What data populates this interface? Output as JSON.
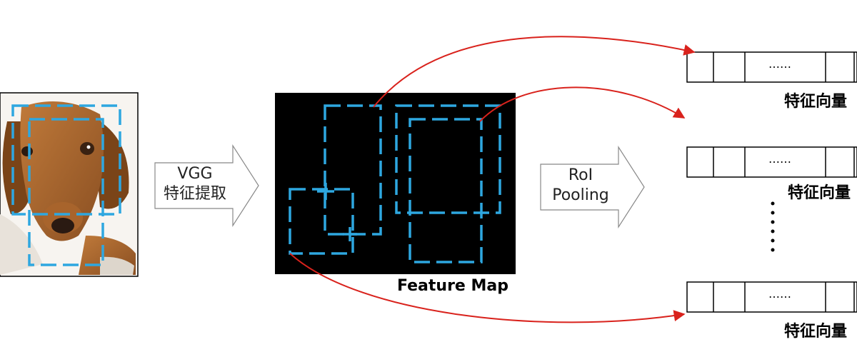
{
  "colors": {
    "dash_blue": "#2ea7e0",
    "arrow_red": "#d9221c",
    "feature_map_bg": "#000000"
  },
  "arrow_vgg": {
    "line1": "VGG",
    "line2": "特征提取"
  },
  "arrow_roi": {
    "line1": "RoI",
    "line2": "Pooling"
  },
  "feature_map_label": "Feature Map",
  "vectors": [
    {
      "ellipsis": "……",
      "label": "特征向量"
    },
    {
      "ellipsis": "……",
      "label": "特征向量"
    },
    {
      "ellipsis": "……",
      "label": "特征向量"
    }
  ],
  "icons": {
    "dog_photo": "dog-photo",
    "vertical_dots": "vertical-ellipsis-icon"
  }
}
